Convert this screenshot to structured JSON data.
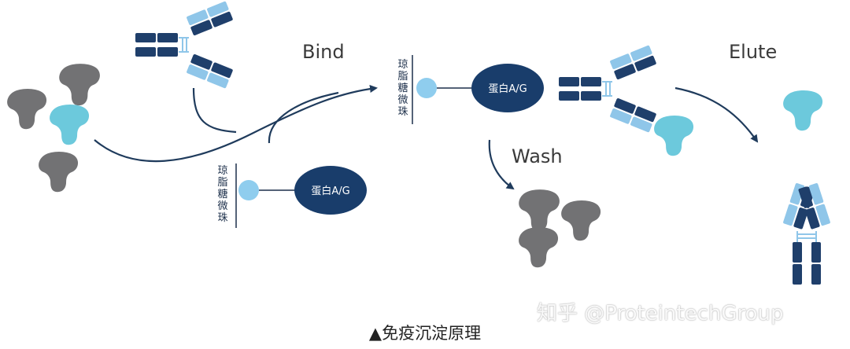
{
  "labels": {
    "bind": "Bind",
    "wash": "Wash",
    "elute": "Elute",
    "bead": [
      "琼",
      "脂",
      "糖",
      "微",
      "珠"
    ],
    "protein": "蛋白A/G"
  },
  "caption": "▲免疫沉淀原理",
  "watermark": "知乎 @ProteintechGroup",
  "colors": {
    "heavy_chain": "#1f3f6b",
    "light_chain": "#8fc6e9",
    "protein_ag": "#193d6b",
    "bead": "#8fcdee",
    "arrow": "#1f3b5c",
    "antigen_target": "#6cc9dc",
    "antigen_other": "#727274"
  },
  "icons": [
    "antibody-icon",
    "antigen-icon",
    "agarose-bead-icon",
    "protein-ag-icon",
    "arrow-icon"
  ]
}
